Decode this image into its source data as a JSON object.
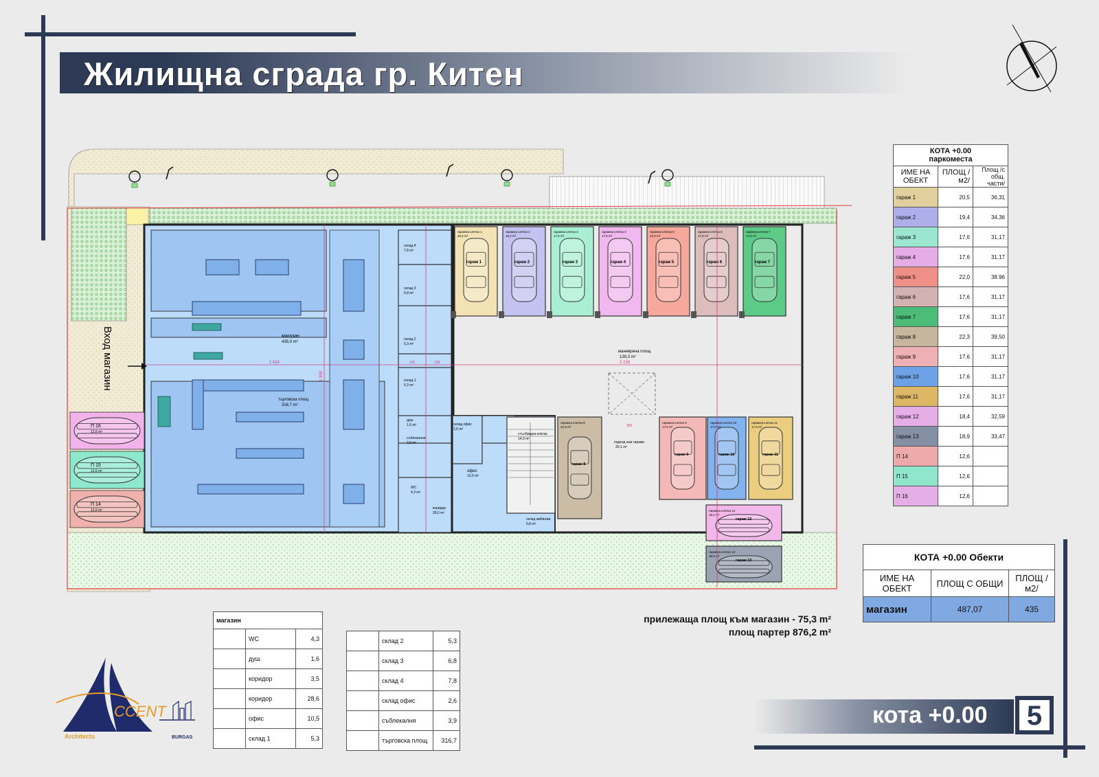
{
  "title": "Жилищна сграда гр. Китен",
  "level_label": "кота +0.00",
  "page_number": "5",
  "adjacent_area": "прилежаща площ към магазин - 75,3 m²",
  "ground_area": "площ партер 876,2 m²",
  "entrance_label": "Вход магазин",
  "logo": {
    "text": "CCENT",
    "sub": "Architects",
    "city": "BURGAS"
  },
  "plan": {
    "shop_label": "магазин",
    "shop_area": "435,0 m²",
    "sales_label": "търговска площ",
    "sales_area": "316,7 m²",
    "maneuver_label": "маневрена площ",
    "maneuver_area": "139,3 m²",
    "ramp_label": "подход към гаражи",
    "ramp_area": "20,1 m²",
    "office_label": "офис",
    "office_area": "10,5 m²",
    "corridor_label": "коридор",
    "corridor_area": "28,6 m²",
    "stairs_label": "стълбищна клетка",
    "stairs_area": "14,0 m²",
    "pack_label": "склад амбалаж",
    "pack_area": "5,8 m²",
    "dim_total": "1 624",
    "dim_park": "2 228",
    "dim_height": "1 559",
    "dims_small": [
      "190",
      "128",
      "350"
    ],
    "top_garages": [
      {
        "label": "гараж 1",
        "cell": "гаражна клетка 1",
        "area": "20,5 m²",
        "color": "#f3e2b4"
      },
      {
        "label": "гараж 2",
        "cell": "гаражна клетка 2",
        "area": "19,4 m²",
        "color": "#c3c2f0"
      },
      {
        "label": "гараж 3",
        "cell": "гаражна клетка 3",
        "area": "17,6 m²",
        "color": "#a8efd6"
      },
      {
        "label": "гараж 4",
        "cell": "гаражна клетка 4",
        "area": "17,6 m²",
        "color": "#f0b8ee"
      },
      {
        "label": "гараж 5",
        "cell": "гаражна клетка 5",
        "area": "22,0 m²",
        "color": "#f7a89c"
      },
      {
        "label": "гараж 6",
        "cell": "гаражна клетка 6",
        "area": "17,6 m²",
        "color": "#ddbcbc"
      },
      {
        "label": "гараж 7",
        "cell": "гаражна клетка 7",
        "area": "17,6 m²",
        "color": "#5ccb88"
      }
    ],
    "bottom_garages": [
      {
        "label": "гараж 8",
        "cell": "гаражна клетка 8",
        "area": "22,8 m²",
        "color": "#cbbca6"
      },
      {
        "label": "гараж 9",
        "cell": "гаражна клетка 9",
        "area": "17,6 m²",
        "color": "#f5b8b8"
      },
      {
        "label": "гараж 10",
        "cell": "гаражна клетка 10",
        "area": "17,6 m²",
        "color": "#82b3ee"
      },
      {
        "label": "гараж 11",
        "cell": "гаражна клетка 11",
        "area": "17,6 m²",
        "color": "#eacd7e"
      },
      {
        "label": "гараж 12",
        "cell": "гаражна клетка 12",
        "area": "18,4 m²",
        "color": "#f3b8ea"
      },
      {
        "label": "гараж 13",
        "cell": "гаражна клетка 13",
        "area": "18,9 m²",
        "color": "#9aa3b2"
      }
    ],
    "outdoor_spots": [
      {
        "label": "П 16",
        "area": "12,6 m²",
        "color": "#f2b2ea"
      },
      {
        "label": "П 15",
        "area": "12,6 m²",
        "color": "#8ee8cc"
      },
      {
        "label": "П 14",
        "area": "12,6 m²",
        "color": "#f0b0ac"
      }
    ],
    "storages": [
      {
        "label": "склад 4",
        "area": "7,8 m²"
      },
      {
        "label": "склад 3",
        "area": "6,8 m²"
      },
      {
        "label": "склад 2",
        "area": "5,3 m²"
      },
      {
        "label": "склад 1",
        "area": "5,3 m²"
      },
      {
        "label": "душ",
        "area": "1,6 m²"
      },
      {
        "label": "съблекалня",
        "area": "3,9 m²"
      },
      {
        "label": "WC",
        "area": "4,3 m²"
      },
      {
        "label": "склад офис",
        "area": "2,6 m²"
      }
    ]
  },
  "parking_table": {
    "title1": "КОТА +0.00",
    "title2": "паркоместа",
    "col_name": "ИМЕ НА ОБЕКТ",
    "col_area": "ПЛОЩ /м2/",
    "col_share": "Площ /с общ. части/",
    "rows": [
      {
        "name": "гараж 1",
        "area": "20,5",
        "share": "36,31",
        "color": "#e1cf9e"
      },
      {
        "name": "гараж 2",
        "area": "19,4",
        "share": "34,36",
        "color": "#aeaeea"
      },
      {
        "name": "гараж 3",
        "area": "17,6",
        "share": "31,17",
        "color": "#9ce6d0"
      },
      {
        "name": "гараж 4",
        "area": "17,6",
        "share": "31,17",
        "color": "#e6ace6"
      },
      {
        "name": "гараж 5",
        "area": "22,0",
        "share": "38.96",
        "color": "#ee9088"
      },
      {
        "name": "гараж 6",
        "area": "17,6",
        "share": "31,17",
        "color": "#d2b2b2"
      },
      {
        "name": "гараж 7",
        "area": "17,6",
        "share": "31,17",
        "color": "#4cbc78"
      },
      {
        "name": "гараж 8",
        "area": "22,3",
        "share": "39,50",
        "color": "#c6b69e"
      },
      {
        "name": "гараж 9",
        "area": "17,6",
        "share": "31,17",
        "color": "#eeb0b2"
      },
      {
        "name": "гараж 10",
        "area": "17,6",
        "share": "31,17",
        "color": "#6ea2e6"
      },
      {
        "name": "гараж 11",
        "area": "17,6",
        "share": "31,17",
        "color": "#dcb866"
      },
      {
        "name": "гараж 12",
        "area": "18,4",
        "share": "32,59",
        "color": "#e6aee6"
      },
      {
        "name": "гараж 13",
        "area": "18,9",
        "share": "33,47",
        "color": "#8590a4"
      },
      {
        "name": "П 14",
        "area": "12,6",
        "share": "",
        "color": "#eeaaaa"
      },
      {
        "name": "П 15",
        "area": "12,6",
        "share": "",
        "color": "#90e6cc"
      },
      {
        "name": "П 16",
        "area": "12,6",
        "share": "",
        "color": "#e6aee6"
      }
    ]
  },
  "objects_table": {
    "title": "КОТА +0.00 Обекти",
    "col_name": "ИМЕ НА ОБЕКТ",
    "col_common": "ПЛОЩ С ОБЩИ",
    "col_area": "ПЛОЩ /м2/",
    "row": {
      "name": "магазин",
      "common": "487,07",
      "area": "435"
    }
  },
  "shop_table": {
    "title": "магазин",
    "rows": [
      {
        "name": "WC",
        "value": "4,3"
      },
      {
        "name": "душ",
        "value": "1,6"
      },
      {
        "name": "коридор",
        "value": "3,5"
      },
      {
        "name": "коридор",
        "value": "28,6"
      },
      {
        "name": "офис",
        "value": "10,5"
      },
      {
        "name": "склад 1",
        "value": "5,3"
      }
    ]
  },
  "storage_table": {
    "rows": [
      {
        "name": "склад 2",
        "value": "5,3"
      },
      {
        "name": "склад 3",
        "value": "6,8"
      },
      {
        "name": "склад 4",
        "value": "7,8"
      },
      {
        "name": "склад офис",
        "value": "2,6"
      },
      {
        "name": "съблекалня",
        "value": "3,9"
      },
      {
        "name": "търговска площ",
        "value": "316,7"
      }
    ]
  }
}
